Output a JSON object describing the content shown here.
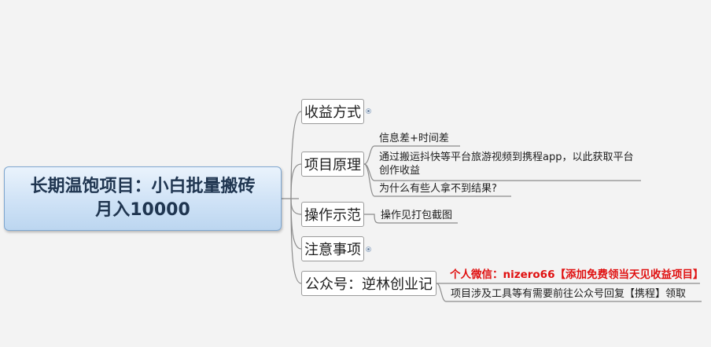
{
  "root": {
    "title": "长期温饱项目：小白批量搬砖\n月入10000"
  },
  "branches": {
    "shouyi": {
      "label": "收益方式"
    },
    "yuanli": {
      "label": "项目原理",
      "leaves": [
        "信息差+时间差",
        "通过搬运抖快等平台旅游视频到携程app，以此获取平台创作收益",
        "为什么有些人拿不到结果?"
      ]
    },
    "caozuo": {
      "label": "操作示范",
      "leaves": [
        "操作见打包截图"
      ]
    },
    "zhuyi": {
      "label": "注意事项"
    },
    "gongzhong": {
      "label": "公众号：逆林创业记",
      "leaves": [
        "个人微信：nizero66【添加免费领当天见收益项目】",
        "项目涉及工具等有需要前往公众号回复【携程】领取"
      ]
    }
  },
  "colors": {
    "highlight": "#e01010",
    "root_border": "#7ea6cf",
    "line": "#8c8c8c"
  }
}
